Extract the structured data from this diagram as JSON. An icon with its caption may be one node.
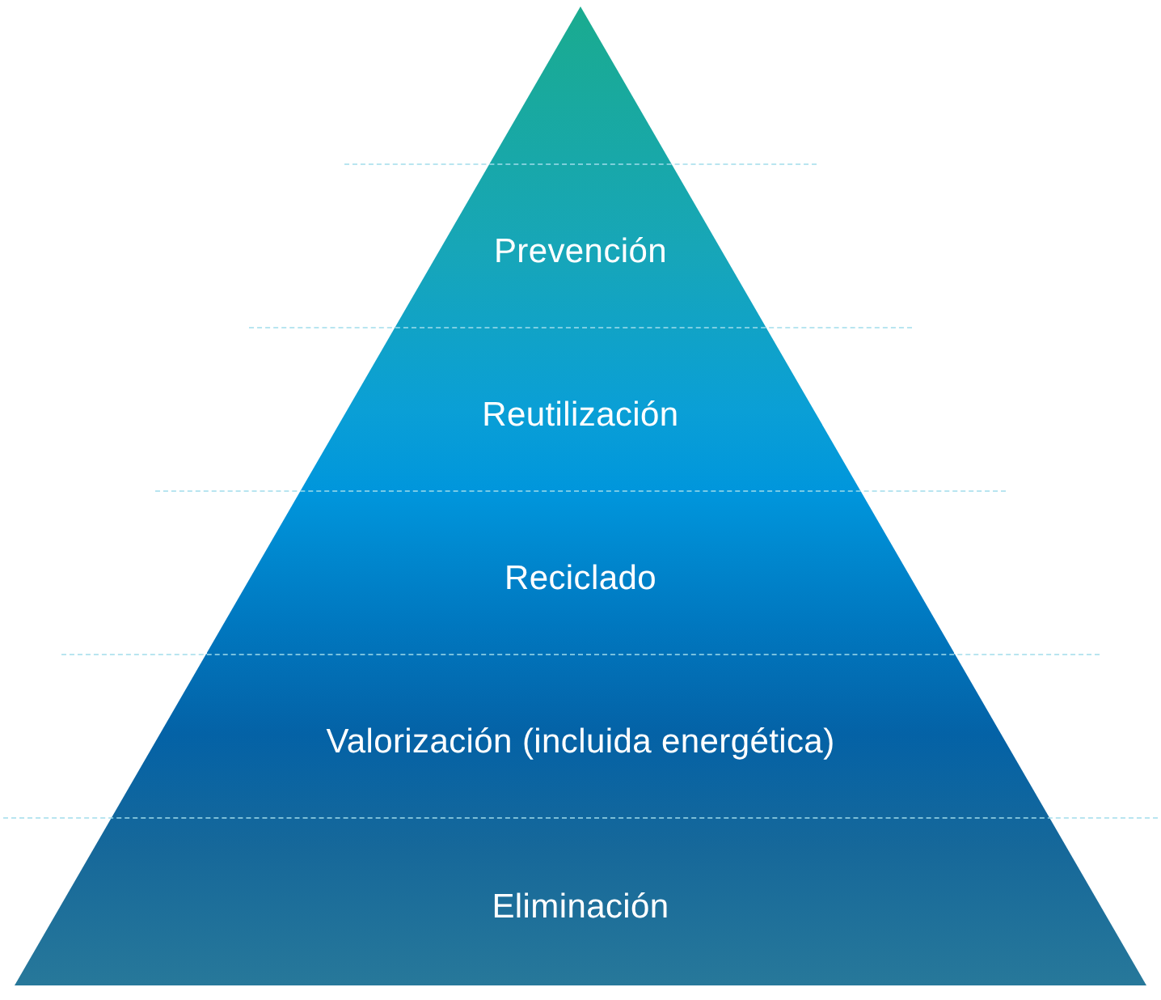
{
  "diagram": {
    "nodes": [
      {
        "text": [],
        "shape": "triangle"
      },
      {
        "text": [
          "Prevención"
        ]
      },
      {
        "text": [
          "Reutilización"
        ]
      },
      {
        "text": [
          "Reciclado"
        ]
      },
      {
        "text": [
          "Valorización (incluida energética)"
        ]
      },
      {
        "text": [
          "Eliminación"
        ]
      }
    ],
    "edges": []
  }
}
